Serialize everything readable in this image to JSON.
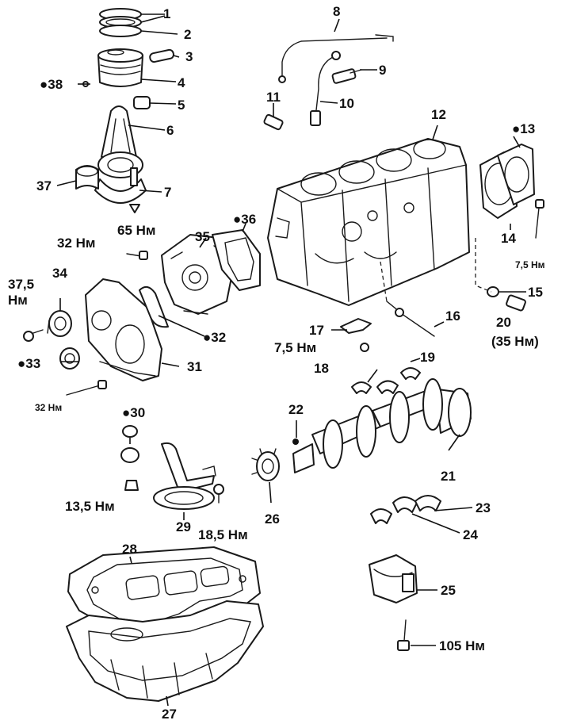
{
  "callouts": [
    {
      "id": "c1",
      "text": "1"
    },
    {
      "id": "c2",
      "text": "2"
    },
    {
      "id": "c3",
      "text": "3"
    },
    {
      "id": "c4",
      "text": "4"
    },
    {
      "id": "c5",
      "text": "5"
    },
    {
      "id": "c6",
      "text": "6"
    },
    {
      "id": "c7",
      "text": "7"
    },
    {
      "id": "c8",
      "text": "8"
    },
    {
      "id": "c9",
      "text": "9"
    },
    {
      "id": "c10",
      "text": "10"
    },
    {
      "id": "c11",
      "text": "11"
    },
    {
      "id": "c12",
      "text": "12"
    },
    {
      "id": "c13",
      "text": "●13"
    },
    {
      "id": "c14",
      "text": "14"
    },
    {
      "id": "c15",
      "text": "15"
    },
    {
      "id": "c16",
      "text": "16"
    },
    {
      "id": "c17",
      "text": "17"
    },
    {
      "id": "c18",
      "text": "18"
    },
    {
      "id": "c19",
      "text": "19"
    },
    {
      "id": "c20",
      "text": "20"
    },
    {
      "id": "c21",
      "text": "21"
    },
    {
      "id": "c22",
      "text": "22"
    },
    {
      "id": "c23",
      "text": "23"
    },
    {
      "id": "c24",
      "text": "24"
    },
    {
      "id": "c25",
      "text": "25"
    },
    {
      "id": "c26",
      "text": "26"
    },
    {
      "id": "c27",
      "text": "27"
    },
    {
      "id": "c28",
      "text": "28"
    },
    {
      "id": "c29",
      "text": "29"
    },
    {
      "id": "c30",
      "text": "●30"
    },
    {
      "id": "c31",
      "text": "31"
    },
    {
      "id": "c32",
      "text": "●32"
    },
    {
      "id": "c33",
      "text": "●33"
    },
    {
      "id": "c34",
      "text": "34"
    },
    {
      "id": "c35",
      "text": "35"
    },
    {
      "id": "c36",
      "text": "●36"
    },
    {
      "id": "c37",
      "text": "37"
    },
    {
      "id": "c38",
      "text": "●38"
    }
  ],
  "torques": [
    {
      "id": "t65",
      "text": "65 Нм"
    },
    {
      "id": "t32a",
      "text": "32 Нм"
    },
    {
      "id": "t375",
      "text": "37,5"
    },
    {
      "id": "t375u",
      "text": "Нм"
    },
    {
      "id": "t75a",
      "text": "7,5 Нм"
    },
    {
      "id": "t75b",
      "text": "7,5 Нм"
    },
    {
      "id": "t35",
      "text": "(35 Нм)"
    },
    {
      "id": "t32b",
      "text": "32 Нм"
    },
    {
      "id": "t135",
      "text": "13,5 Нм"
    },
    {
      "id": "t185",
      "text": "18,5 Нм"
    },
    {
      "id": "t105",
      "text": "105 Нм"
    }
  ]
}
